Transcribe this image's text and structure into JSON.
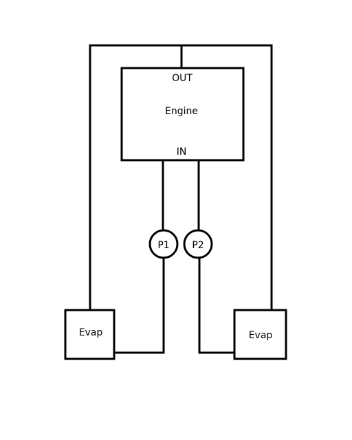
{
  "diagram": {
    "line_color": "#000000",
    "background": "#ffffff",
    "engine": {
      "title": "Engine",
      "out_label": "OUT",
      "in_label": "IN"
    },
    "pumps": [
      {
        "label": "P1"
      },
      {
        "label": "P2"
      }
    ],
    "evaporators": [
      {
        "label": "Evap"
      },
      {
        "label": "Evap"
      }
    ]
  }
}
